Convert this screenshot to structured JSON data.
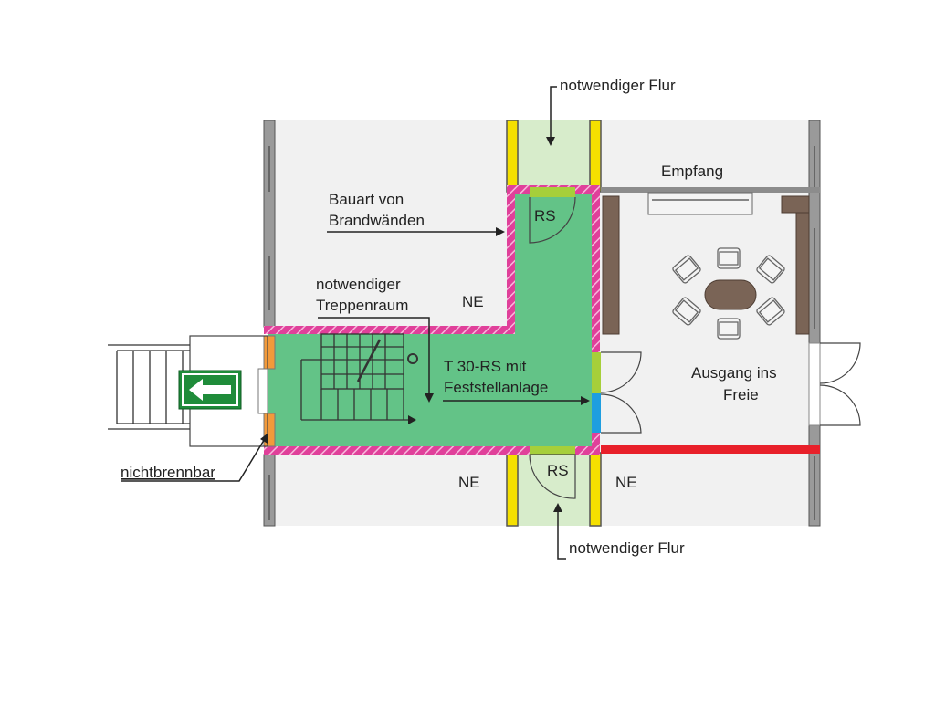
{
  "colors": {
    "stair_fill": "#63c387",
    "corridor_fill": "#d7eccb",
    "fire_wall_hatch": "#e0409a",
    "door_yellow": "#f5e000",
    "red_wall": "#e8202a",
    "exit_sign": "#1f8c3a",
    "smoke_door_lime": "#a6cf3a",
    "smoke_door_blue": "#1e9ee0",
    "orange_nonflammable": "#f39a3a"
  },
  "labels": {
    "corridor_top": "notwendiger Flur",
    "corridor_bottom": "notwendiger Flur",
    "reception": "Empfang",
    "fire_wall_line1": "Bauart von",
    "fire_wall_line2": "Brandwänden",
    "stairwell_line1": "notwendiger",
    "stairwell_line2": "Treppenraum",
    "ne_top": "NE",
    "ne_bottom_left": "NE",
    "ne_bottom_right": "NE",
    "rs_top": "RS",
    "rs_bottom": "RS",
    "door_line1": "T 30-RS mit",
    "door_line2": "Feststellanlage",
    "exit_line1": "Ausgang ins",
    "exit_line2": "Freie",
    "non_combustible": "nichtbrennbar"
  },
  "icons": {
    "exit_sign": "emergency-exit-arrow-icon",
    "furniture": "meeting-table-with-chairs-icon"
  }
}
